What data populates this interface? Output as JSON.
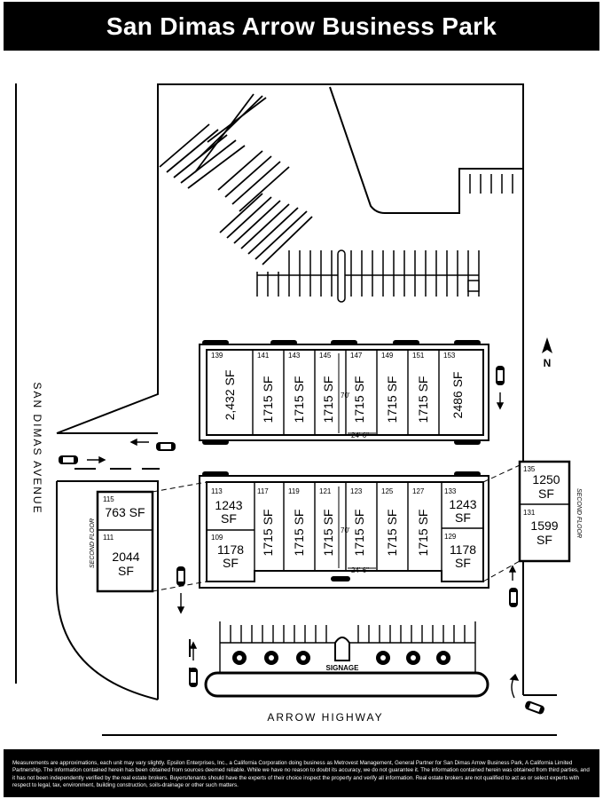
{
  "header": {
    "title": "San Dimas Arrow Business Park"
  },
  "streets": {
    "left": "SAN DIMAS AVENUE",
    "bottom": "ARROW HIGHWAY"
  },
  "signage": "SIGNAGE",
  "compass": "N",
  "second_floor_label": "SECOND FLOOR",
  "north_building": {
    "units": [
      {
        "num": "139",
        "sf": "2,432 SF"
      },
      {
        "num": "141",
        "sf": "1715 SF"
      },
      {
        "num": "143",
        "sf": "1715 SF"
      },
      {
        "num": "145",
        "sf": "1715 SF"
      },
      {
        "num": "147",
        "sf": "1715 SF"
      },
      {
        "num": "149",
        "sf": "1715 SF"
      },
      {
        "num": "151",
        "sf": "1715 SF"
      },
      {
        "num": "153",
        "sf": "2486 SF"
      }
    ],
    "dim_height": "70'",
    "dim_width": "24' 6\""
  },
  "south_building": {
    "corner_left": [
      {
        "num": "113",
        "sf": "1243 SF"
      },
      {
        "num": "109",
        "sf": "1178 SF"
      }
    ],
    "units": [
      {
        "num": "117",
        "sf": "1715 SF"
      },
      {
        "num": "119",
        "sf": "1715 SF"
      },
      {
        "num": "121",
        "sf": "1715 SF"
      },
      {
        "num": "123",
        "sf": "1715 SF"
      },
      {
        "num": "125",
        "sf": "1715 SF"
      },
      {
        "num": "127",
        "sf": "1715 SF"
      }
    ],
    "corner_right": [
      {
        "num": "133",
        "sf": "1243 SF"
      },
      {
        "num": "129",
        "sf": "1178 SF"
      }
    ],
    "dim_height": "70'",
    "dim_width": "24' 6\""
  },
  "left_second_floor": [
    {
      "num": "115",
      "sf": "763 SF"
    },
    {
      "num": "111",
      "sf": "2044 SF"
    }
  ],
  "right_second_floor": [
    {
      "num": "135",
      "sf": "1250 SF"
    },
    {
      "num": "131",
      "sf": "1599 SF"
    }
  ],
  "footer": {
    "disclaimer": "Measurements are approximations, each unit may vary slightly.  Epsilon Enterprises, Inc., a California Corporation doing business as Metrovest Management, General Partner for San Dimas Arrow Business Park, A California Limited Partnership.  The information contained herein has been obtained from sources deemed reliable.  While we have no reason to doubt its accuracy, we do not guarantee it.  The information contained herein was obtained from third parties, and it has not been independently verified by the real estate brokers.  Buyers/tenants should have the experts of their choice inspect the property and verify all information.  Real estate brokers are not qualified to act as or select experts with respect to legal, tax, environment, building construction, soils-drainage or other such matters."
  }
}
